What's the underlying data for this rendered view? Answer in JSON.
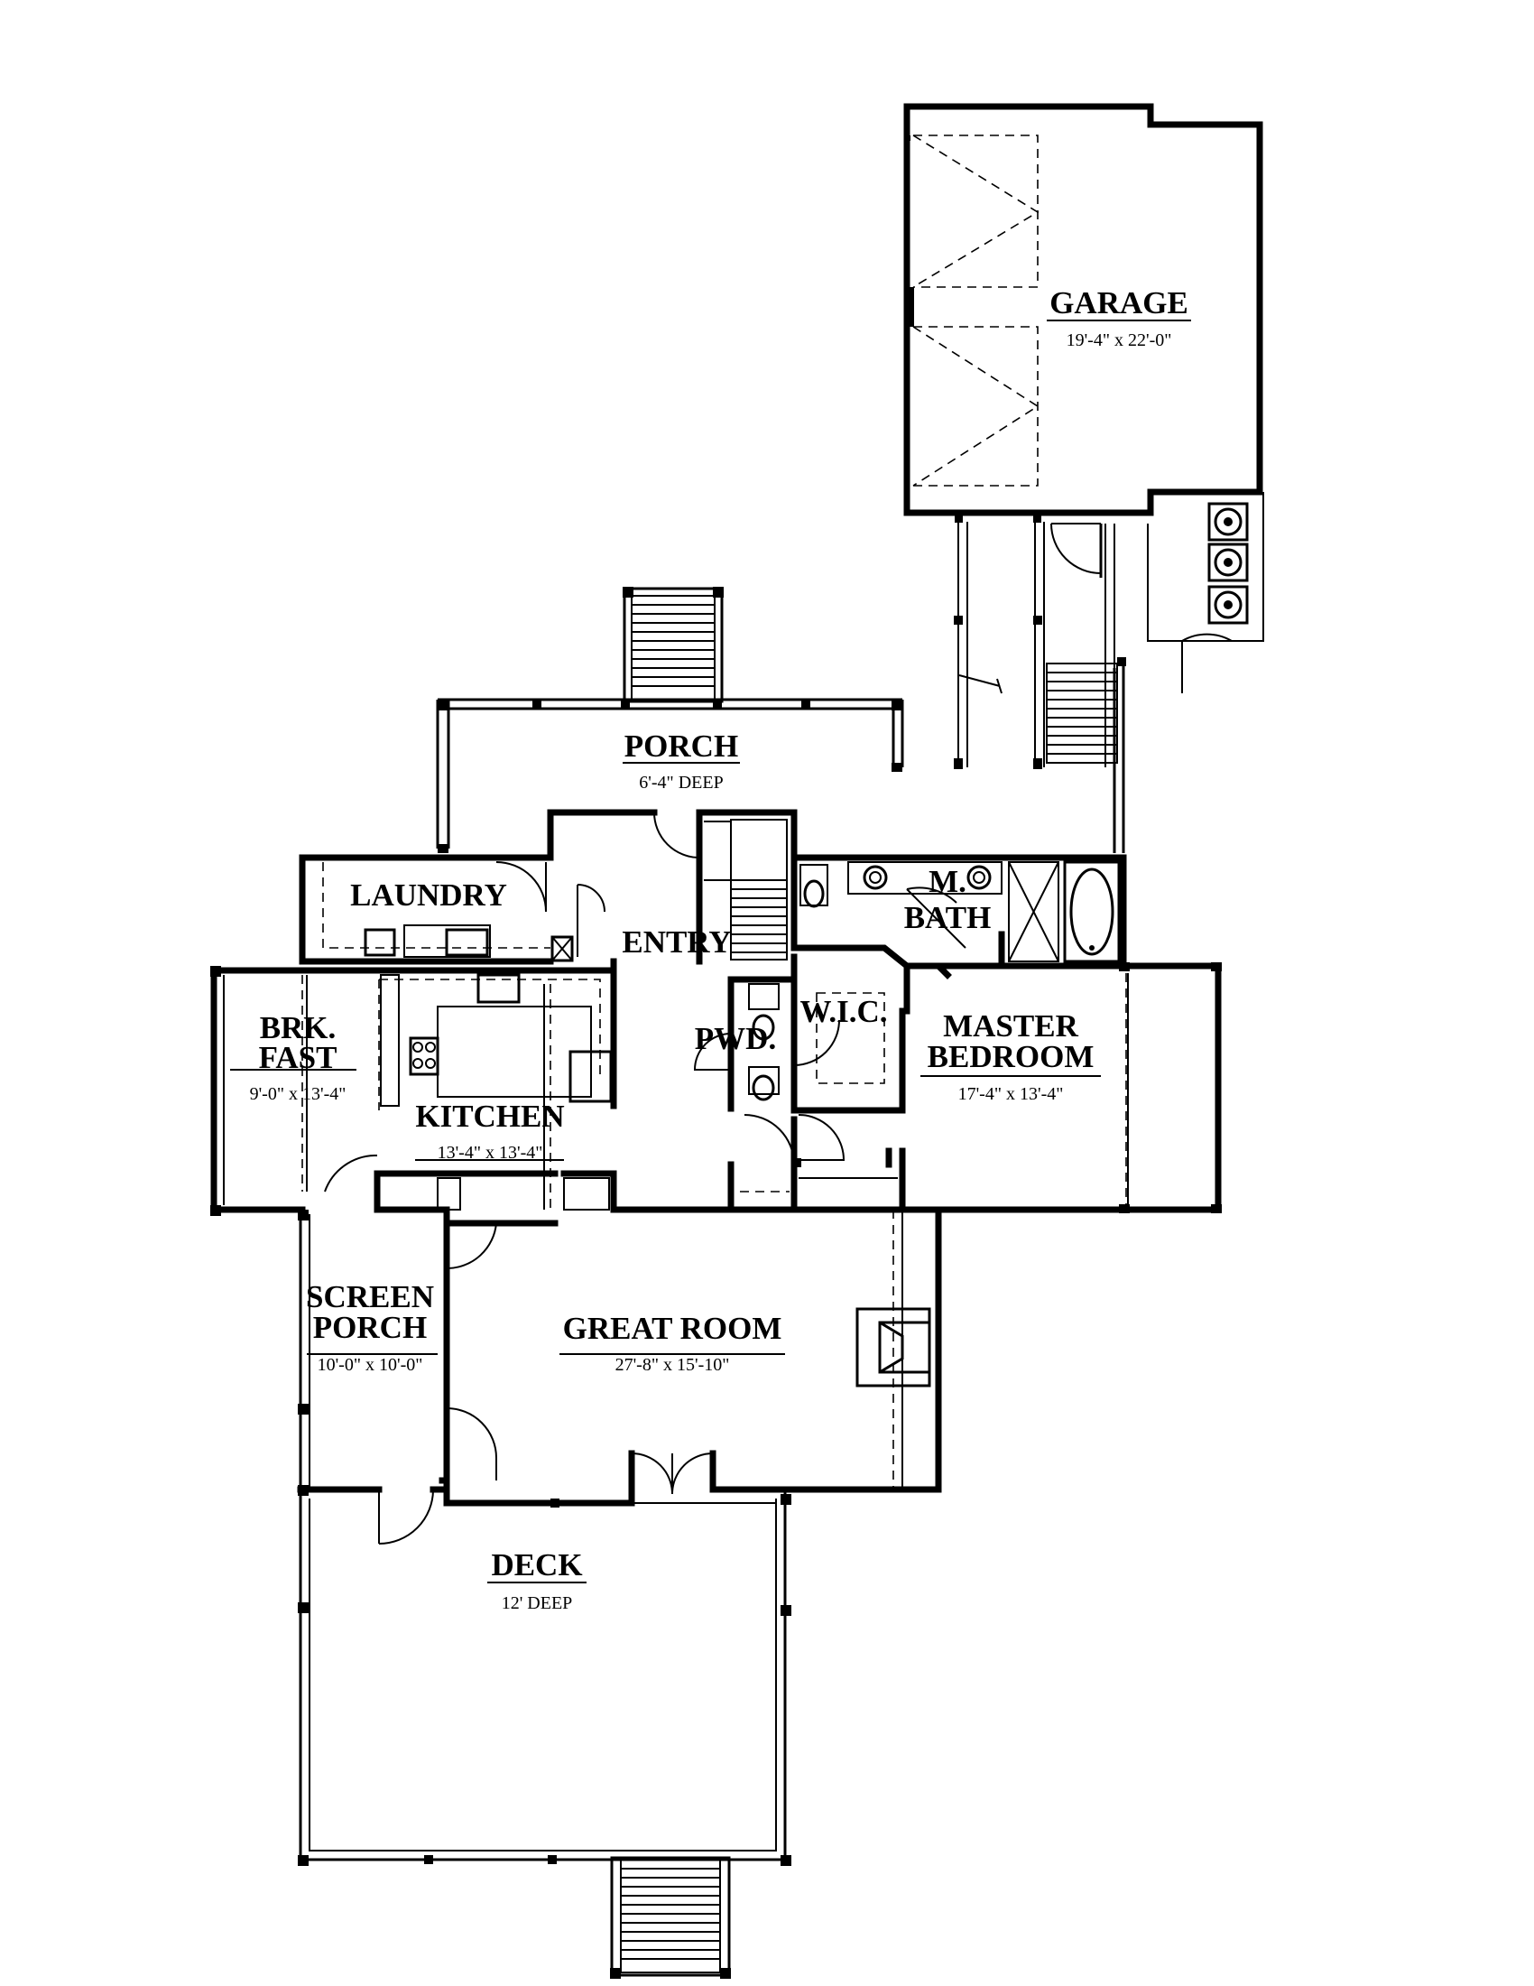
{
  "rooms": {
    "garage": {
      "name": "GARAGE",
      "dim": "19'-4\" x 22'-0\""
    },
    "porch": {
      "name": "PORCH",
      "dim": "6'-4\" DEEP"
    },
    "laundry": {
      "name": "LAUNDRY"
    },
    "entry": {
      "name": "ENTRY"
    },
    "m_bath": {
      "name_line1": "M.",
      "name_line2": "BATH"
    },
    "brk_fast": {
      "name_line1": "BRK.",
      "name_line2": "FAST",
      "dim": "9'-0\" x 13'-4\""
    },
    "kitchen": {
      "name": "KITCHEN",
      "dim": "13'-4\" x 13'-4\""
    },
    "pwd": {
      "name": "PWD."
    },
    "wic": {
      "name": "W.I.C."
    },
    "master_bedroom": {
      "name_line1": "MASTER",
      "name_line2": "BEDROOM",
      "dim": "17'-4\" x 13'-4\""
    },
    "screen_porch": {
      "name_line1": "SCREEN",
      "name_line2": "PORCH",
      "dim": "10'-0\" x 10'-0\""
    },
    "great_room": {
      "name": "GREAT ROOM",
      "dim": "27'-8\" x 15'-10\""
    },
    "deck": {
      "name": "DECK",
      "dim": "12' DEEP"
    }
  }
}
